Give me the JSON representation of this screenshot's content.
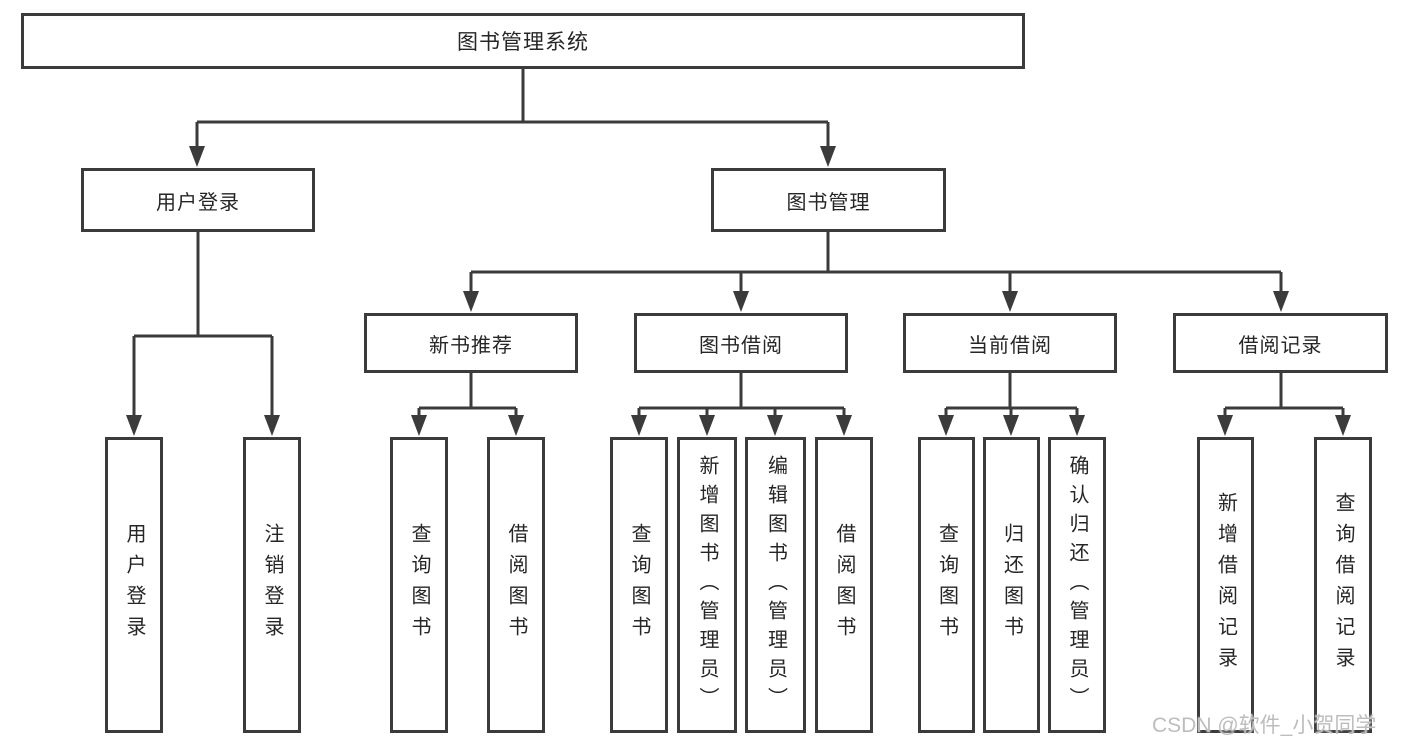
{
  "diagram": {
    "title": "图书管理系统",
    "branches": [
      {
        "label": "用户登录",
        "children": [
          {
            "label": "用户登录"
          },
          {
            "label": "注销登录"
          }
        ]
      },
      {
        "label": "图书管理",
        "children": [
          {
            "label": "新书推荐",
            "children": [
              {
                "label": "查询图书"
              },
              {
                "label": "借阅图书"
              }
            ]
          },
          {
            "label": "图书借阅",
            "children": [
              {
                "label": "查询图书"
              },
              {
                "label": "新增图书（管理员）"
              },
              {
                "label": "编辑图书（管理员）"
              },
              {
                "label": "借阅图书"
              }
            ]
          },
          {
            "label": "当前借阅",
            "children": [
              {
                "label": "查询图书"
              },
              {
                "label": "归还图书"
              },
              {
                "label": "确认归还（管理员）"
              }
            ]
          },
          {
            "label": "借阅记录",
            "children": [
              {
                "label": "新增借阅记录"
              },
              {
                "label": "查询借阅记录"
              }
            ]
          }
        ]
      }
    ]
  },
  "watermark": {
    "text": "CSDN @软件_小贺同学"
  },
  "colors": {
    "line": "#3b3b3b",
    "text": "#262626",
    "watermark": "#bdbdbd"
  }
}
